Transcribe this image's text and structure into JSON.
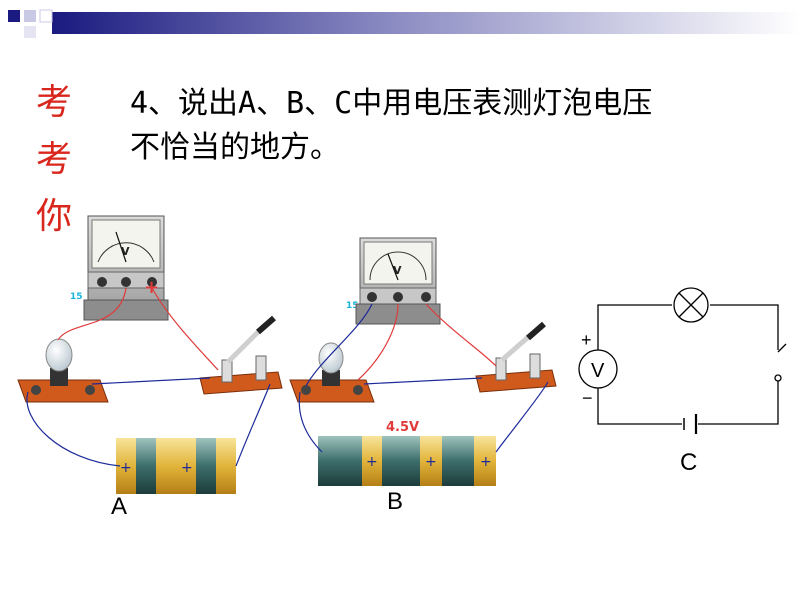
{
  "slide": {
    "side_title": [
      "考",
      "考",
      "你"
    ],
    "question_lines": [
      "4、说出A、B、C中用电压表测灯泡电压",
      "不恰当的地方。"
    ]
  },
  "labels": {
    "a": "A",
    "b": "B",
    "c": "C",
    "battery_b_voltage": "4.5V",
    "meter_terminal_15": "15",
    "meter_v_symbol": "V",
    "circuit_v_symbol": "V",
    "plus": "+",
    "minus": "−"
  },
  "colors": {
    "title_red": "#d9271e",
    "wire_blue": "#1c2a9a",
    "wire_red": "#e03a3a",
    "board_orange": "#cf5a1c",
    "terminal_cyan": "#18b6d8"
  }
}
